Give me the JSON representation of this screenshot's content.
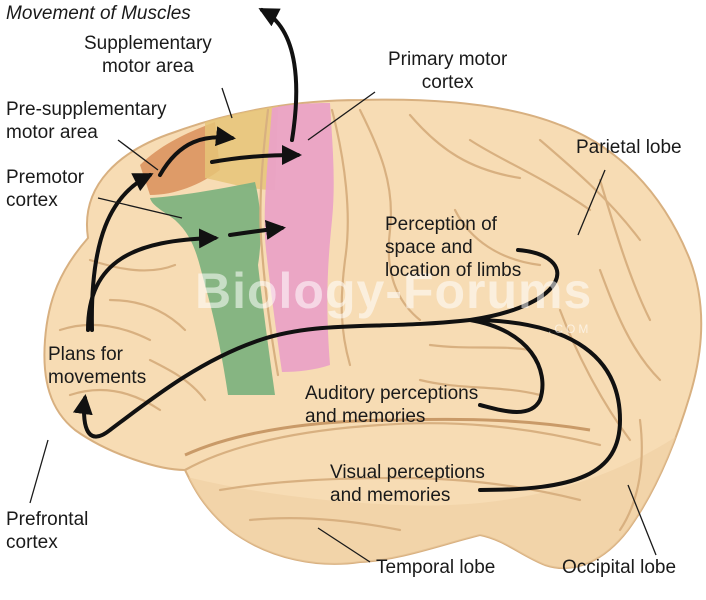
{
  "labels": {
    "movement_of_muscles": "Movement of Muscles",
    "supplementary_motor_area": "Supplementary\nmotor area",
    "primary_motor_cortex": "Primary motor\ncortex",
    "pre_supplementary_motor_area": "Pre-supplementary\nmotor area",
    "parietal_lobe": "Parietal lobe",
    "premotor_cortex": "Premotor\ncortex",
    "perception_space_limbs": "Perception of\nspace and\nlocation of limbs",
    "plans_for_movements": "Plans for\nmovements",
    "auditory_perceptions": "Auditory perceptions\nand memories",
    "visual_perceptions": "Visual perceptions\nand memories",
    "prefrontal_cortex": "Prefrontal\ncortex",
    "temporal_lobe": "Temporal lobe",
    "occipital_lobe": "Occipital lobe"
  },
  "watermark": {
    "text": "Biology-Forums",
    "suffix": ".COM"
  },
  "colors": {
    "brain": "#f7dcb4",
    "brain_shadow": "#e8c596",
    "sulcus": "#d8b080",
    "primary_motor": "#eaa2c6",
    "premotor": "#7fb27f",
    "supplementary_motor": "#e6c478",
    "pre_supplementary_motor": "#d98f5a",
    "arrow": "#111111"
  }
}
